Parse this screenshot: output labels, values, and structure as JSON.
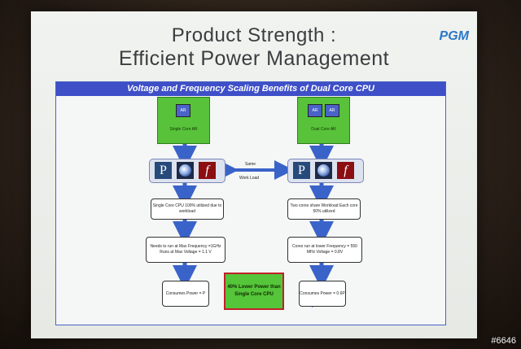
{
  "slide": {
    "title_line1": "Product Strength :",
    "title_line2": "Efficient Power Management",
    "logo_text": "PGM",
    "banner": "Voltage and Frequency Scaling Benefits of Dual Core CPU"
  },
  "left": {
    "chip_label": "AR",
    "core_label": "Single Core AR",
    "step1": "Single Core CPU 100% utilized due to workload",
    "step2": "Needs to run at Max Frequency =1GHz Runs at Max Voltage = 1.1 V",
    "step3": "Consumes Power = P"
  },
  "right": {
    "chip_label": "AR",
    "core_label": "Dual Core AR",
    "step1": "Two cores share Workload Each core 50% utilized",
    "step2": "Cores run at lower Frequency = 550 MHz Voltage = 0.8V",
    "step3": "Consumes Power = 0.6P"
  },
  "middle": {
    "same_label": "Same",
    "workload_label": "Work Load",
    "result": "40% Lower Power than Single Core CPU"
  },
  "apps": {
    "p_letter": "P",
    "f_letter": "f"
  },
  "watermark": "#6646",
  "colors": {
    "banner": "#3e4fc8",
    "green": "#58c23a",
    "highlight_border": "#c0202a",
    "arrow": "#3a63c9"
  }
}
